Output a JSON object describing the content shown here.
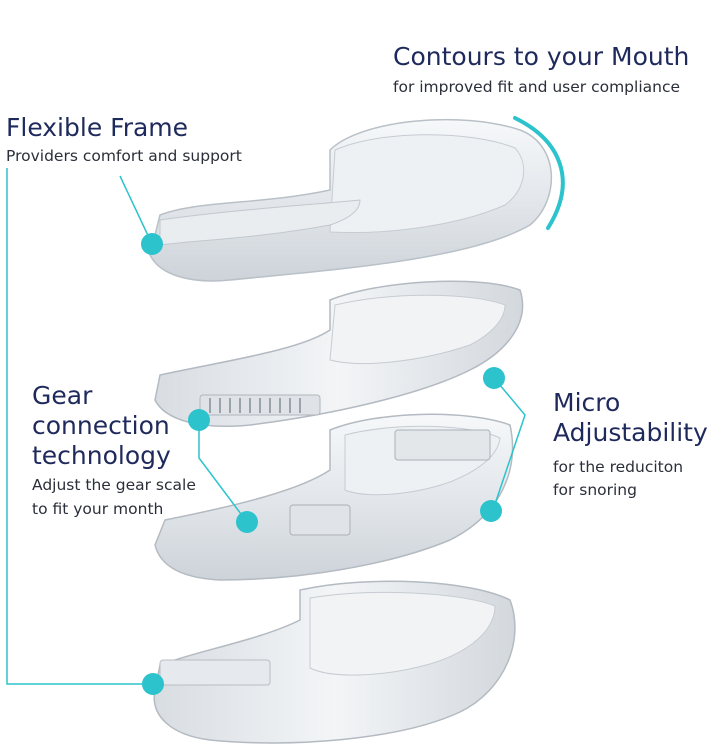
{
  "callouts": {
    "contours": {
      "title": "Contours to your Mouth",
      "subtitle": "for improved fit and user compliance"
    },
    "flexible": {
      "title": "Flexible Frame",
      "subtitle": "Providers comfort and support"
    },
    "gear": {
      "title_lines": [
        "Gear",
        "connection",
        "technology"
      ],
      "subtitle_lines": [
        "Adjust the gear scale",
        "to fit your month"
      ]
    },
    "micro": {
      "title_lines": [
        "Micro",
        "Adjustability"
      ],
      "subtitle_lines": [
        "for the reduciton",
        "for snoring"
      ]
    }
  },
  "colors": {
    "accent": "#2cc3cc",
    "heading": "#1f2a5c",
    "body_text": "#2b2f3a",
    "tray_edge": "#b9c0c8"
  },
  "icon_names": [
    "mouthguard-illustration",
    "callout-dot"
  ]
}
